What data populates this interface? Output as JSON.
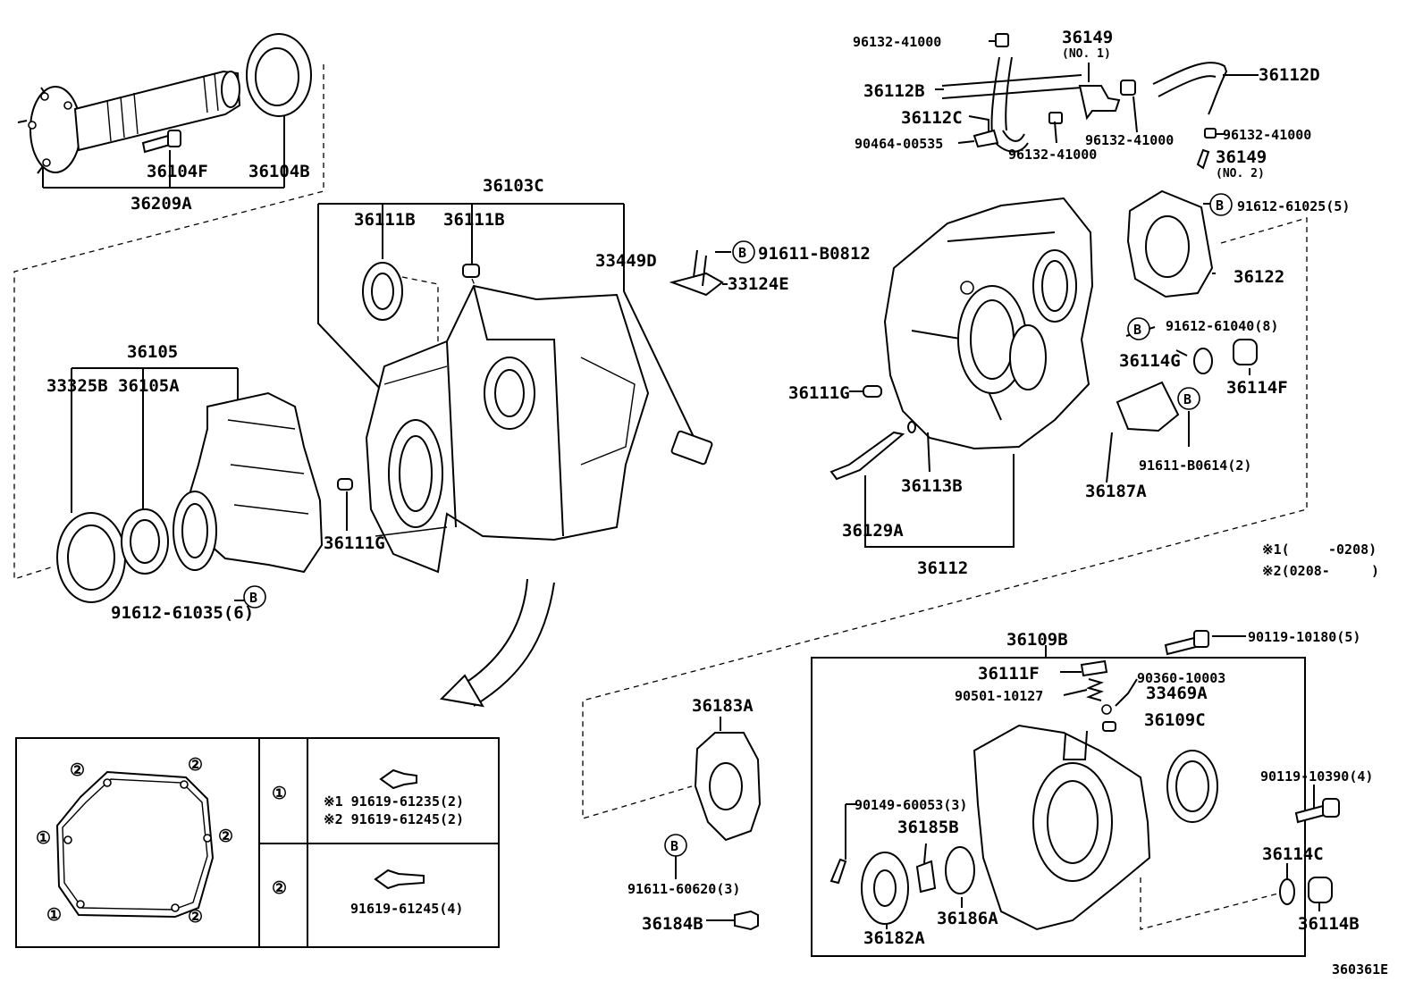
{
  "diagram": {
    "figure_id": "360361E",
    "labels": {
      "p36209A": "36209A",
      "p36104F": "36104F",
      "p36104B": "36104B",
      "p36103C": "36103C",
      "p36111B_1": "36111B",
      "p36111B_2": "36111B",
      "p33449D": "33449D",
      "p36105": "36105",
      "p33325B": "33325B",
      "p36105A": "36105A",
      "p36111G_left": "36111G",
      "p91612_61035": "91612-61035(6)",
      "p91611_B0812": "91611-B0812",
      "p33124E": "33124E",
      "p96132_41000_top": "96132-41000",
      "p36149_no1": "36149",
      "p36149_no1_sub": "(NO. 1)",
      "p36112B": "36112B",
      "p36112C": "36112C",
      "p90464_00535": "90464-00535",
      "p96132_41000_mid": "96132-41000",
      "p96132_41000_mid2": "96132-41000",
      "p36112D": "36112D",
      "p96132_41000_right": "96132-41000",
      "p36149_no2": "36149",
      "p36149_no2_sub": "(NO. 2)",
      "p91612_61025": "91612-61025(5)",
      "p36122": "36122",
      "p91612_61040": "91612-61040(8)",
      "p36114G": "36114G",
      "p36114F": "36114F",
      "p36111G_right": "36111G",
      "p91611_B0614": "91611-B0614(2)",
      "p36113B": "36113B",
      "p36187A": "36187A",
      "p36129A": "36129A",
      "p36112": "36112",
      "p36109B": "36109B",
      "p90119_10180": "90119-10180(5)",
      "p36111F": "36111F",
      "p90360_10003": "90360-10003",
      "p90501_10127": "90501-10127",
      "p33469A": "33469A",
      "p36183A": "36183A",
      "p36109C": "36109C",
      "p90149_60053": "90149-60053(3)",
      "p90119_10390": "90119-10390(4)",
      "p36185B": "36185B",
      "p91611_60620": "91611-60620(3)",
      "p36114C": "36114C",
      "p36184B": "36184B",
      "p36186A": "36186A",
      "p36182A": "36182A",
      "p36114B": "36114B"
    },
    "markers": {
      "b": "B",
      "one": "①",
      "two": "②"
    },
    "notes": {
      "n1_mark": "※1(",
      "n1_range": "-0208)",
      "n2_mark": "※2(0208-",
      "n2_close": ")"
    },
    "legend": {
      "row1_marker": "①",
      "row1_line1": "※1 91619-61235(2)",
      "row1_line2": "※2 91619-61245(2)",
      "row2_marker": "②",
      "row2_line1": "91619-61245(4)"
    }
  }
}
